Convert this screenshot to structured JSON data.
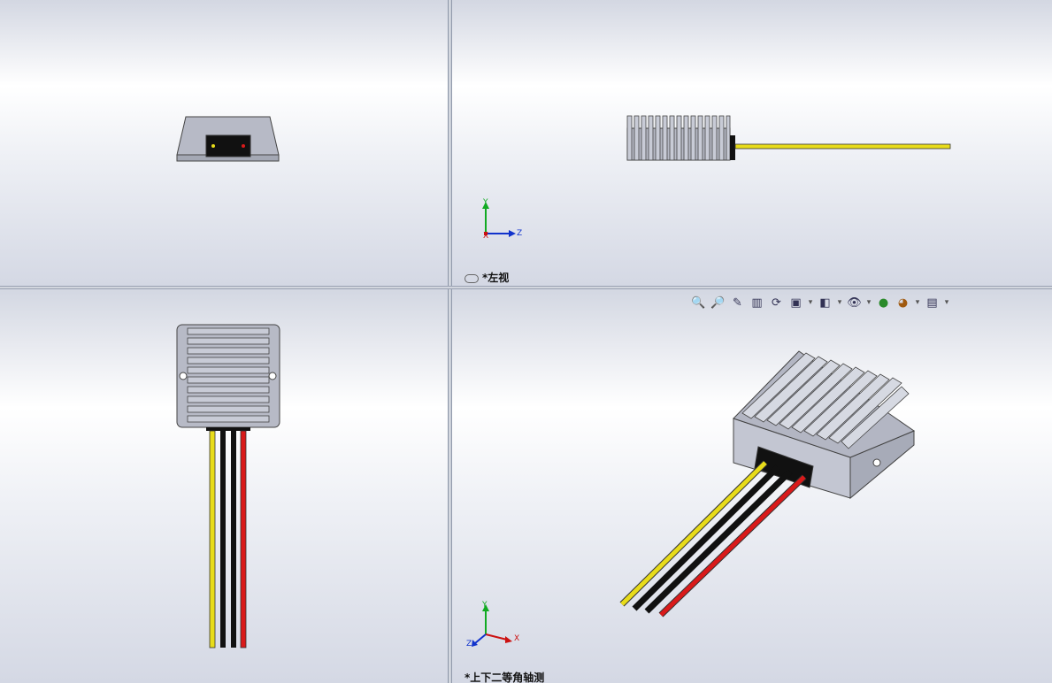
{
  "viewports": {
    "top_left": {
      "label": ""
    },
    "top_right": {
      "label": "*左视"
    },
    "bottom_left": {
      "label": ""
    },
    "bottom_right": {
      "label": "*上下二等角轴测"
    }
  },
  "triad": {
    "x": "X",
    "y": "Y",
    "z": "Z"
  },
  "view_toolbar": {
    "items": [
      {
        "name": "zoom-to-fit-icon",
        "glyph": "🔍"
      },
      {
        "name": "zoom-to-area-icon",
        "glyph": "🔎"
      },
      {
        "name": "previous-view-icon",
        "glyph": "✎"
      },
      {
        "name": "section-view-icon",
        "glyph": "▥"
      },
      {
        "name": "dynamic-annotation-icon",
        "glyph": "⟳"
      },
      {
        "name": "view-orientation-icon",
        "glyph": "▣"
      },
      {
        "name": "display-style-icon",
        "glyph": "◧"
      },
      {
        "name": "hide-show-items-icon",
        "glyph": "👁"
      },
      {
        "name": "edit-appearance-icon",
        "glyph": "●"
      },
      {
        "name": "apply-scene-icon",
        "glyph": "◕"
      },
      {
        "name": "view-settings-icon",
        "glyph": "▤"
      }
    ]
  },
  "colors": {
    "wire_yellow": "#e8dc1a",
    "wire_black": "#111111",
    "wire_red": "#d91a1a",
    "housing": "#b9bcc8",
    "triad_x": "#cc1111",
    "triad_y": "#11aa22",
    "triad_z": "#1133cc"
  }
}
